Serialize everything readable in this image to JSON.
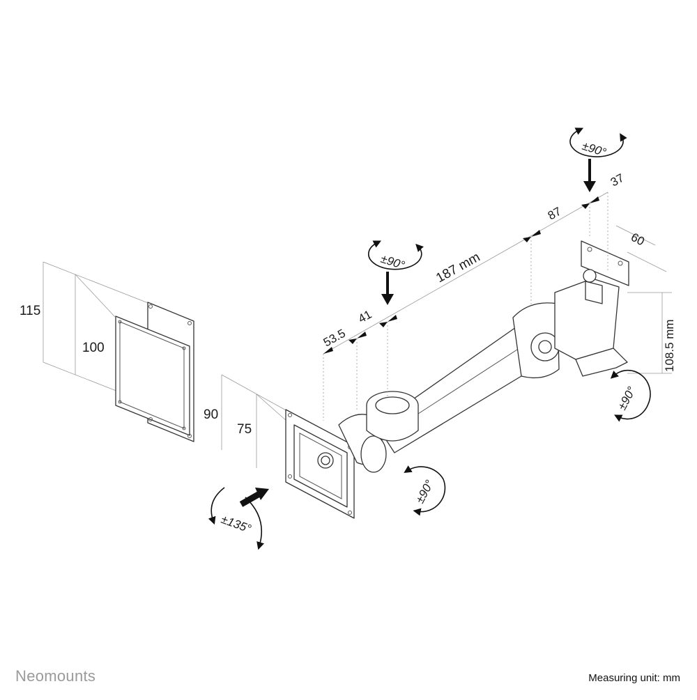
{
  "brand": {
    "name": "Neomounts",
    "color": "#9a9a9a"
  },
  "footer": {
    "unit_note": "Measuring unit: mm"
  },
  "vesa": {
    "outer_large": "115",
    "inner_large": "100",
    "outer_small": "90",
    "inner_small": "75"
  },
  "dimensions": {
    "d53": "53.5",
    "d41": "41",
    "d187": "187  mm",
    "d87": "87",
    "d37": "37",
    "d60": "60",
    "d108": "108.5 mm"
  },
  "rotations": {
    "elbow_top": "±90°",
    "wall_top": "±90°",
    "wall_side": "±90°",
    "tilt": "±90°",
    "rotate": "±135°"
  },
  "icons": [
    "rotation-arrow-icon",
    "direction-arrow-icon"
  ]
}
